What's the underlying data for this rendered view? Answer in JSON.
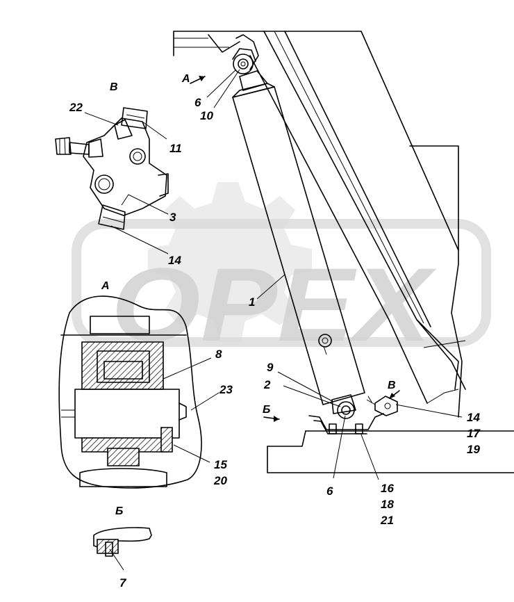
{
  "watermark": {
    "text": "OPEX"
  },
  "views": {
    "a_top": "A",
    "a_detail": "A",
    "b_top": "Б",
    "b_detail": "Б",
    "v_top": "В",
    "v_detail": "В"
  },
  "callouts": {
    "c1": "1",
    "c2": "2",
    "c3": "3",
    "c6_top": "6",
    "c10": "10",
    "c6_bottom": "6",
    "c7": "7",
    "c8": "8",
    "c9": "9",
    "c11": "11",
    "c14_v": "14",
    "c14": "14",
    "c17": "17",
    "c19": "19",
    "c15": "15",
    "c20": "20",
    "c16": "16",
    "c18": "18",
    "c21": "21",
    "c22": "22",
    "c23": "23"
  }
}
